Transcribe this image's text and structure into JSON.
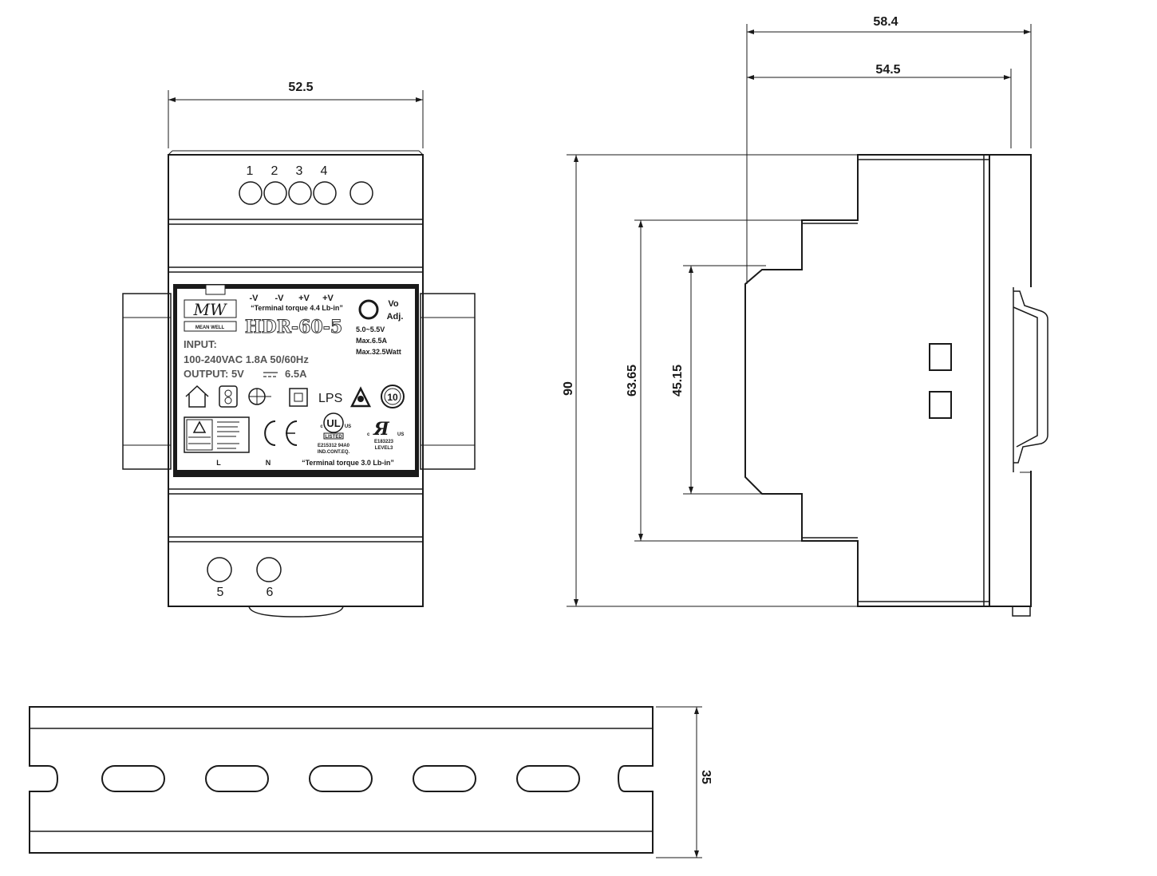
{
  "dimensions": {
    "front_width": "52.5",
    "side_depth_total": "58.4",
    "side_depth_body": "54.5",
    "height": "90",
    "step_height_outer": "63.65",
    "step_height_inner": "45.15",
    "rail_height": "35"
  },
  "terminals": {
    "top": [
      "1",
      "2",
      "3",
      "4"
    ],
    "bottom": [
      "5",
      "6"
    ]
  },
  "label": {
    "top_pins": [
      "-V",
      "-V",
      "+V",
      "+V"
    ],
    "torque_top": "“Terminal torque 4.4 Lb-in”",
    "brand": "MEAN WELL",
    "model": "HDR-60-5",
    "vo_line1": "Vo",
    "vo_line2": "Adj.",
    "voltage_range": "5.0~5.5V",
    "max_current": "Max.6.5A",
    "max_power": "Max.32.5Watt",
    "input_title": "INPUT:",
    "input_spec": "100-240VAC  1.8A  50/60Hz",
    "output_label": "OUTPUT: 5V",
    "output_current": "6.5A",
    "lps": "LPS",
    "listed": "LISTED",
    "ul_file": "E215312  94A0",
    "ind_cont": "IND.CONT.EQ.",
    "ru_file": "E183223",
    "level": "LEVEL3",
    "us": "US",
    "c_mark": "c",
    "pin_l": "L",
    "pin_n": "N",
    "torque_bottom": "“Terminal torque 3.0 Lb-in”",
    "efficiency": "10"
  }
}
